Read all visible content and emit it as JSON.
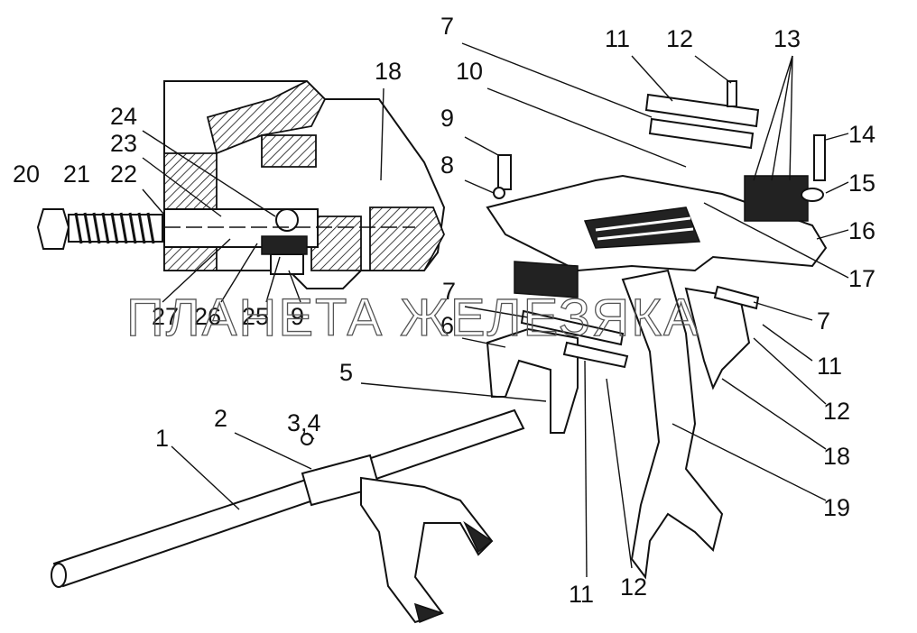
{
  "watermark": "ПЛАНЕТА ЖЕЛЕЗЯКА",
  "callouts": {
    "c7a": "7",
    "c11a": "11",
    "c12a": "12",
    "c13": "13",
    "c10": "10",
    "c18a": "18",
    "c9a": "9",
    "c24": "24",
    "c23": "23",
    "c14": "14",
    "c20": "20",
    "c21": "21",
    "c22": "22",
    "c8": "8",
    "c15": "15",
    "c16": "16",
    "c17": "17",
    "c27": "27",
    "c26": "26",
    "c25": "25",
    "c9b": "9",
    "c7b": "7",
    "c6": "6",
    "c7c": "7",
    "c5": "5",
    "c11b": "11",
    "c12b": "12",
    "c34": "3,4",
    "c1": "1",
    "c2": "2",
    "c18b": "18",
    "c19": "19",
    "c11c": "11",
    "c12c": "12"
  }
}
